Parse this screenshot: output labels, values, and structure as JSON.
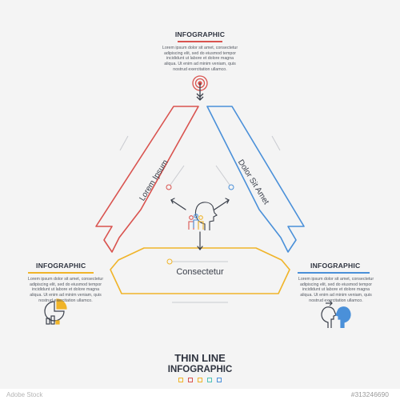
{
  "top_block": {
    "title": "INFOGRAPHIC",
    "text": "Lorem ipsum dolor sit amet, consectetur\nadipiscing elit, sed do eiusmod tempor\nincididunt ut labore et dolore magna\naliqua. Ut enim ad minim veniam, quis\nnostrud exercitation ullamco.",
    "accent": "#d9534f",
    "icon": "target-arrow-icon"
  },
  "left_block": {
    "title": "INFOGRAPHIC",
    "text": "Lorem ipsum dolor sit amet, consectetur\nadipiscing elit, sed do eiusmod tempor\nincididunt ut labore et dolore magna\naliqua. Ut enim ad minim veniam, quis\nnostrud exercitation ullamco.",
    "accent": "#f0b429",
    "icon": "pie-bar-chart-icon"
  },
  "right_block": {
    "title": "INFOGRAPHIC",
    "text": "Lorem ipsum dolor sit amet, consectetur\nadipiscing elit, sed do eiusmod tempor\nincididunt ut labore et dolore magna\naliqua. Ut enim ad minim veniam, quis\nnostrud exercitation ullamco.",
    "accent": "#4a90d9",
    "icon": "heads-exchange-icon"
  },
  "diagram": {
    "left_label": "Lorem Ipsum",
    "right_label": "Dolor Sit Amet",
    "bottom_label": "Consectetur",
    "center_icon": "team-head-icon",
    "colors": {
      "left": "#d9534f",
      "right": "#4a90d9",
      "bottom": "#f0b429",
      "arrows": "#3a3f4a"
    }
  },
  "footer": {
    "line1": "THIN LINE",
    "line2": "INFOGRAPHIC",
    "swatches": [
      "#f0b429",
      "#d9534f",
      "#f0b429",
      "#4fc3b8",
      "#4a90d9"
    ]
  },
  "watermark": {
    "left_text": "Adobe Stock",
    "id_text": "#313246690"
  }
}
